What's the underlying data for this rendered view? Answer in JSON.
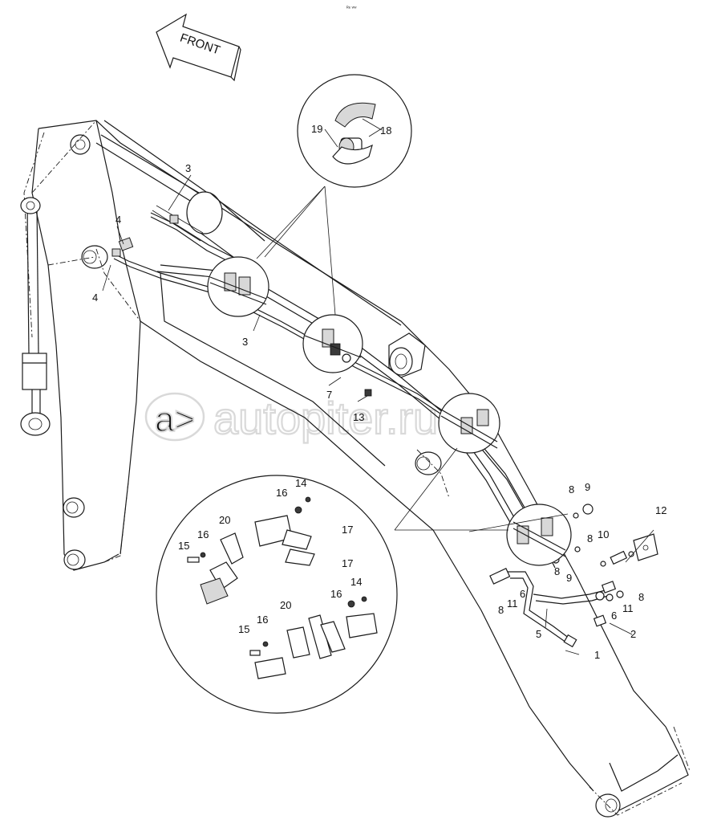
{
  "header": {
    "corner_mark": "ᴿᵉ ᵛᵛᵛ"
  },
  "front_arrow": {
    "label": "FRONT"
  },
  "watermark": {
    "text": "autopiter.ru"
  },
  "callouts": {
    "c1": "1",
    "c2": "2",
    "c3a": "3",
    "c3b": "3",
    "c4a": "4",
    "c4b": "4",
    "c5": "5",
    "c6a": "6",
    "c6b": "6",
    "c7": "7",
    "c8a": "8",
    "c8b": "8",
    "c8c": "8",
    "c8d": "8",
    "c8e": "8",
    "c9a": "9",
    "c9b": "9",
    "c10": "10",
    "c11a": "11",
    "c11b": "11",
    "c12": "12",
    "c13": "13",
    "c14a": "14",
    "c14b": "14",
    "c15a": "15",
    "c15b": "15",
    "c16a": "16",
    "c16b": "16",
    "c16c": "16",
    "c16d": "16",
    "c17a": "17",
    "c17b": "17",
    "c18": "18",
    "c19": "19",
    "c20a": "20",
    "c20b": "20"
  }
}
